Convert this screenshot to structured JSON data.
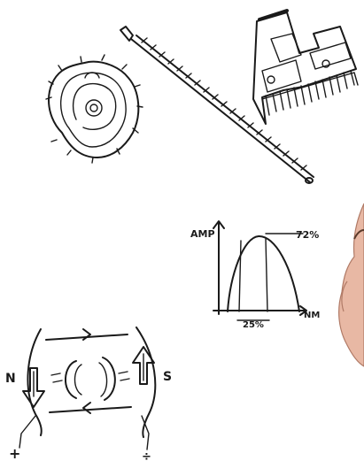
{
  "labels": {
    "y_axis": "AMP",
    "x_axis": "NM",
    "peak_value": "72%",
    "width_value": "25%",
    "pole_north": "N",
    "pole_south": "S",
    "terminal_plus": "+",
    "terminal_ground": "÷"
  },
  "icons": [
    "gear-wheel-icon",
    "lead-screw-icon",
    "hair-clipper-head-icon",
    "motor-diagram-icon",
    "presenter-face"
  ],
  "colors": {
    "ink": "#1a1a1a",
    "background": "#ffffff",
    "skin": "#e8b8a4"
  }
}
